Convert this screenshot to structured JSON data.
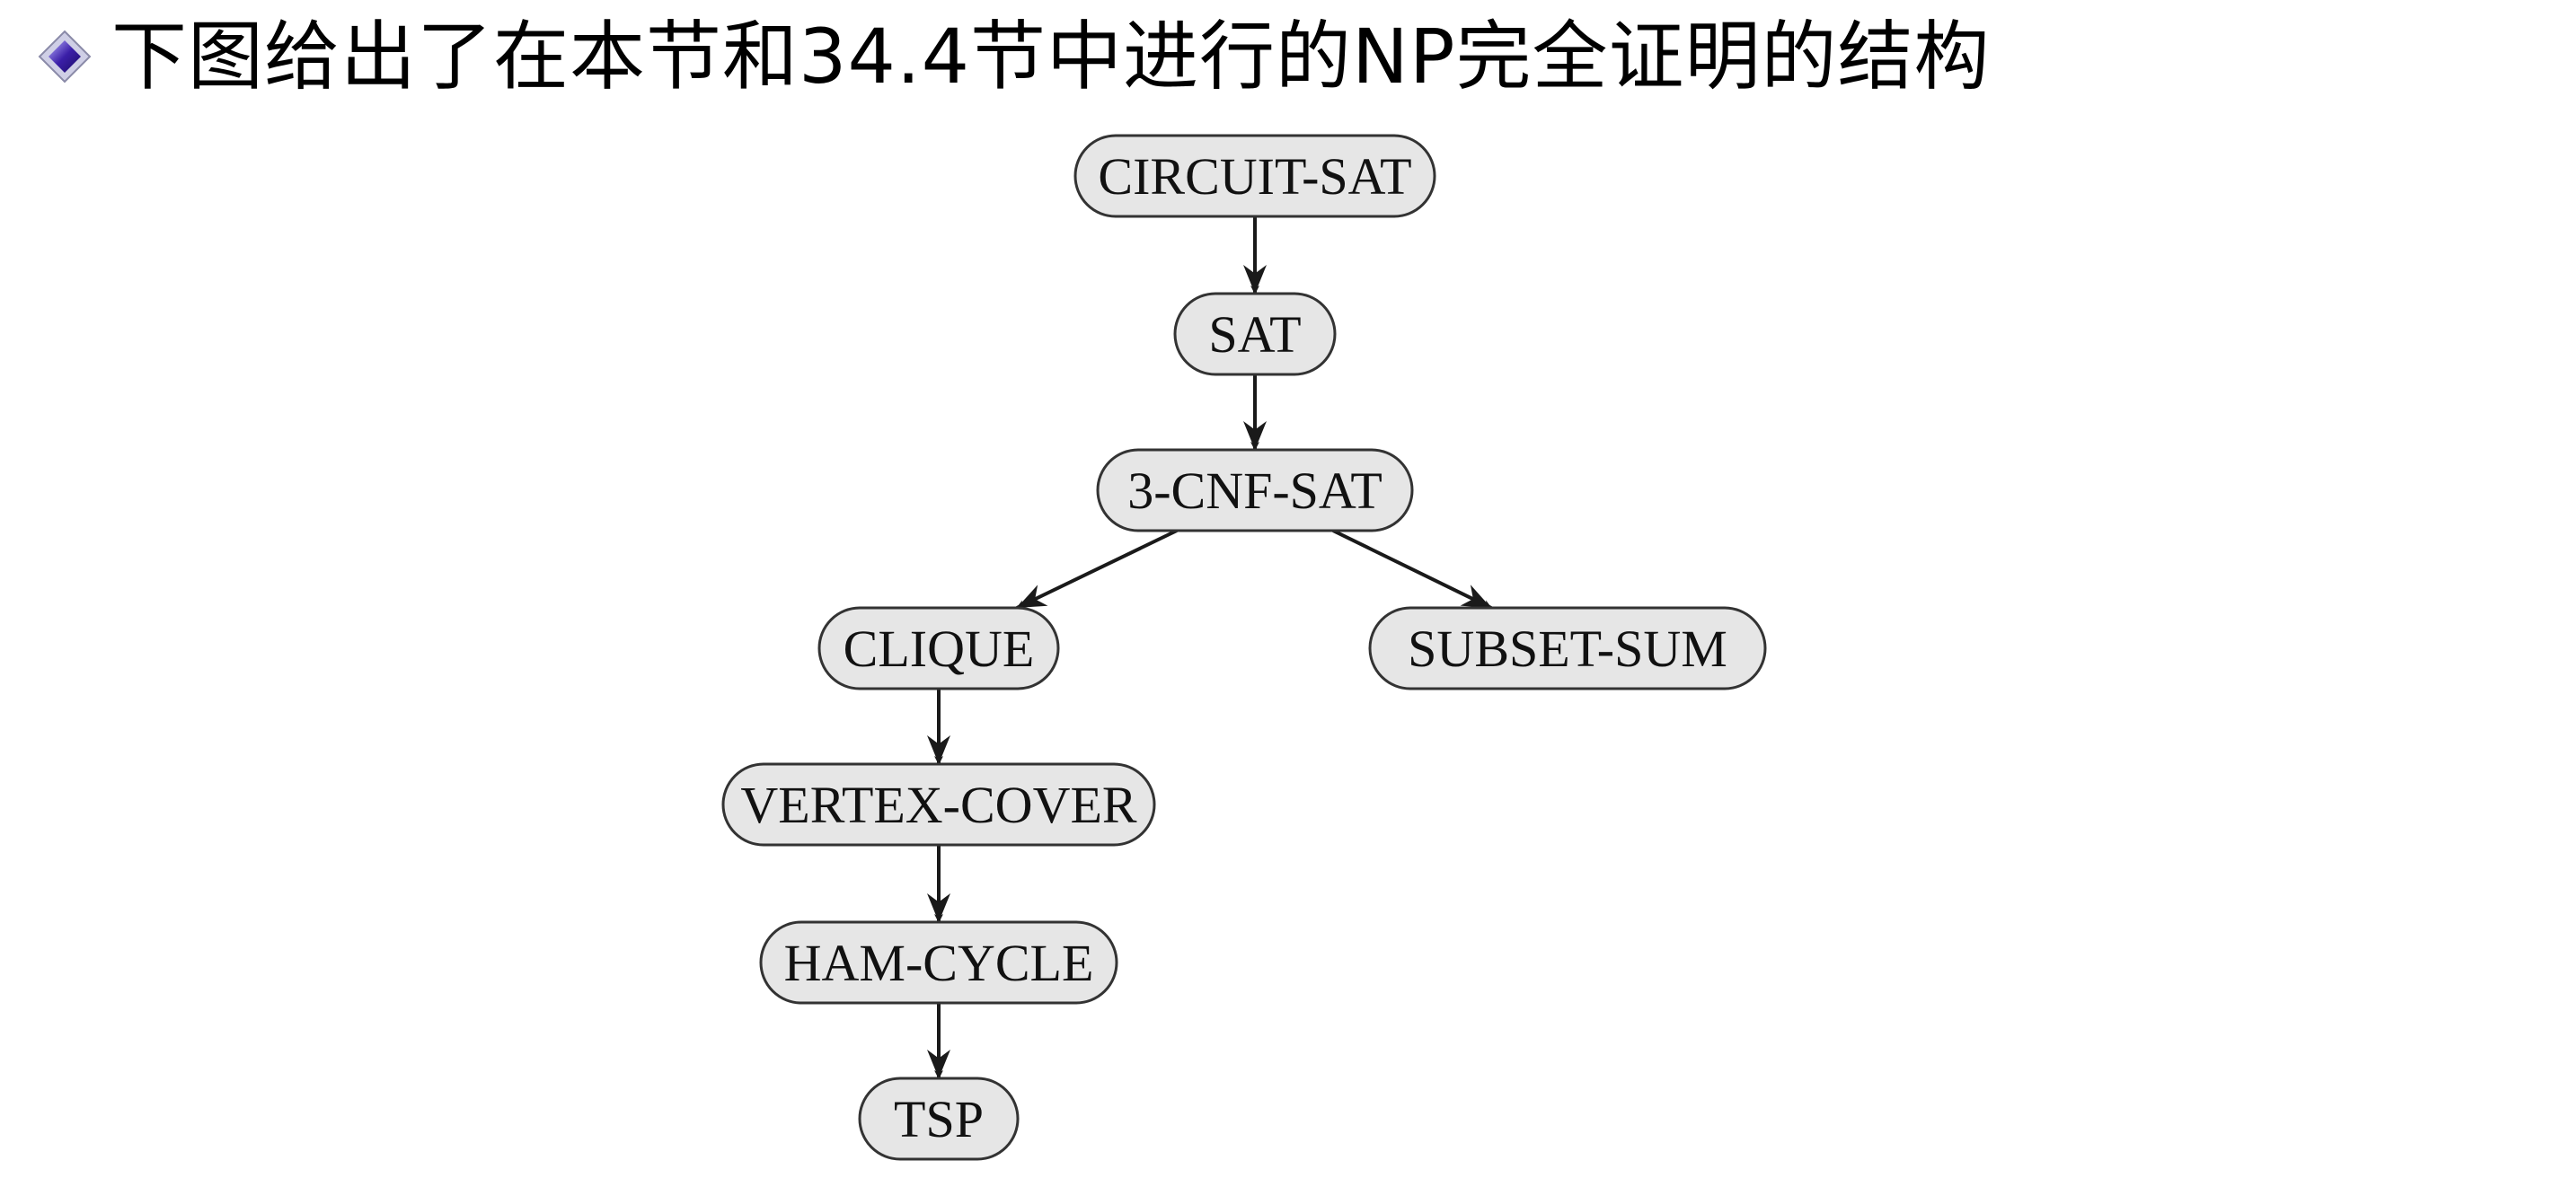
{
  "heading": {
    "bullet_icon": "diamond-bullet-icon",
    "text": "下图给出了在本节和34.4节中进行的NP完全证明的结构"
  },
  "diagram": {
    "node_fill": "#e6e6e6",
    "node_stroke": "#333333",
    "edge_color": "#1a1a1a",
    "nodes": [
      {
        "id": "circuit-sat",
        "label": "CIRCUIT-SAT"
      },
      {
        "id": "sat",
        "label": "SAT"
      },
      {
        "id": "3-cnf-sat",
        "label": "3-CNF-SAT"
      },
      {
        "id": "clique",
        "label": "CLIQUE"
      },
      {
        "id": "subset-sum",
        "label": "SUBSET-SUM"
      },
      {
        "id": "vertex-cover",
        "label": "VERTEX-COVER"
      },
      {
        "id": "ham-cycle",
        "label": "HAM-CYCLE"
      },
      {
        "id": "tsp",
        "label": "TSP"
      }
    ],
    "edges": [
      {
        "from": "circuit-sat",
        "to": "sat"
      },
      {
        "from": "sat",
        "to": "3-cnf-sat"
      },
      {
        "from": "3-cnf-sat",
        "to": "clique"
      },
      {
        "from": "3-cnf-sat",
        "to": "subset-sum"
      },
      {
        "from": "clique",
        "to": "vertex-cover"
      },
      {
        "from": "vertex-cover",
        "to": "ham-cycle"
      },
      {
        "from": "ham-cycle",
        "to": "tsp"
      }
    ]
  }
}
